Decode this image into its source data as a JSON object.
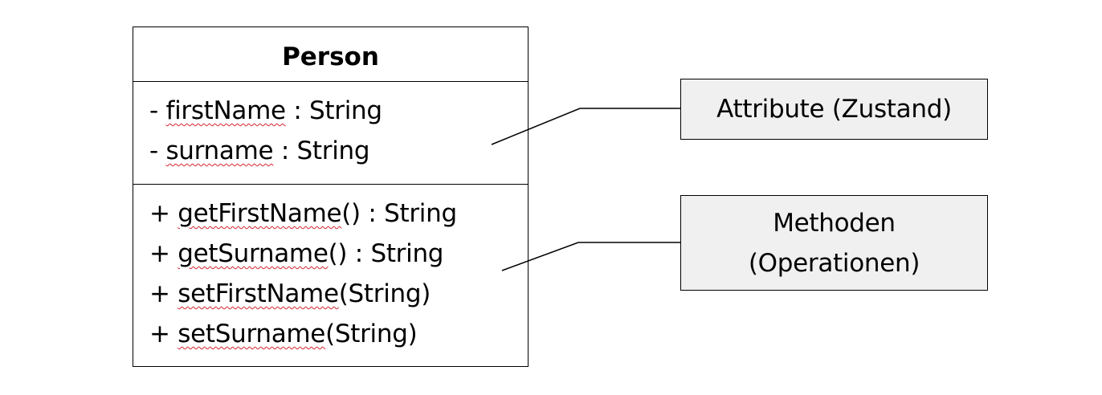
{
  "class": {
    "name": "Person",
    "attributes": [
      {
        "visibility": "-",
        "name": "firstName",
        "type": " : String"
      },
      {
        "visibility": "-",
        "name": "surname",
        "type": " : String"
      }
    ],
    "operations": [
      {
        "visibility": "+",
        "name": "getFirstName",
        "signature": "() : String"
      },
      {
        "visibility": "+",
        "name": "getSurname",
        "signature": "() : String"
      },
      {
        "visibility": "+",
        "name": "setFirstName",
        "signature": "(String)"
      },
      {
        "visibility": "+",
        "name": "setSurname",
        "signature": "(String)"
      }
    ]
  },
  "callouts": {
    "attributes_label": "Attribute (Zustand)",
    "operations_line1": "Methoden",
    "operations_line2": "(Operationen)"
  },
  "colors": {
    "line": "#000000",
    "callout_fill": "#f0f0f0",
    "spellcheck_underline": "#d9232f"
  }
}
